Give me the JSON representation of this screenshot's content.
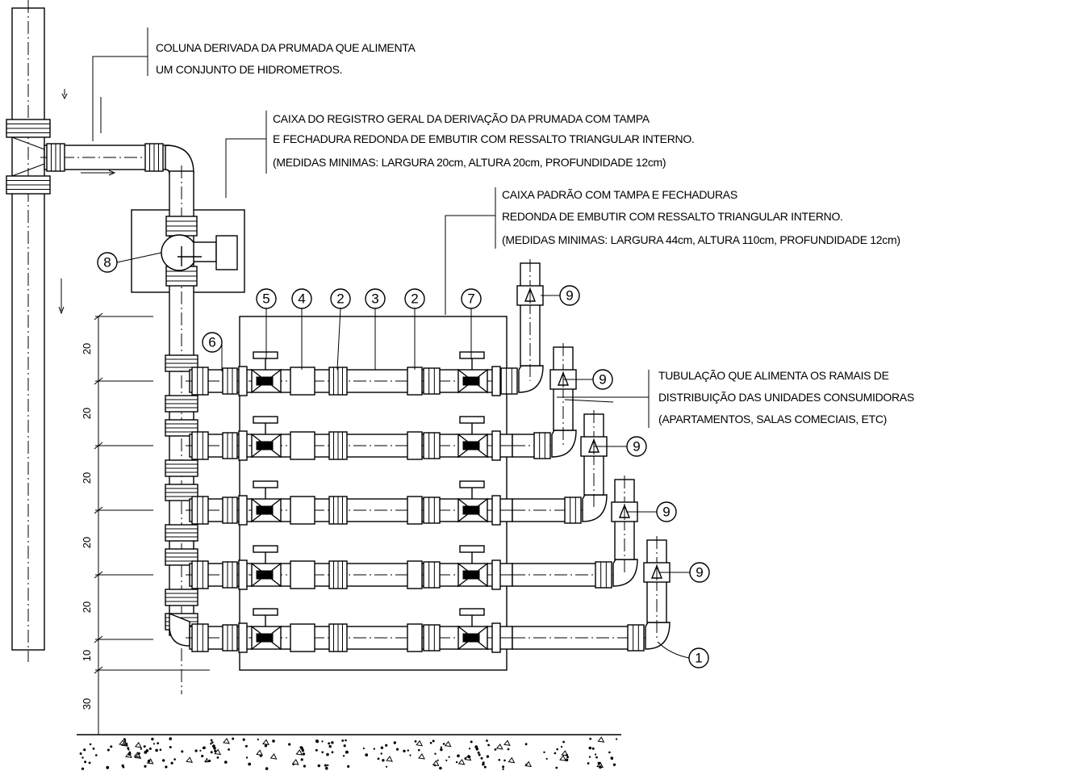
{
  "notes": {
    "coluna": {
      "line1": "COLUNA DERIVADA DA PRUMADA QUE ALIMENTA",
      "line2": "UM CONJUNTO DE HIDROMETROS."
    },
    "registro_geral": {
      "line1": "CAIXA DO REGISTRO GERAL DA DERIVAÇÃO DA PRUMADA COM TAMPA",
      "line2": "E FECHADURA REDONDA DE EMBUTIR COM RESSALTO TRIANGULAR INTERNO.",
      "line3": "(MEDIDAS MINIMAS: LARGURA 20cm, ALTURA 20cm, PROFUNDIDADE 12cm)"
    },
    "caixa_padrao": {
      "line1": "CAIXA PADRÃO COM TAMPA E FECHADURAS",
      "line2": "REDONDA DE EMBUTIR COM RESSALTO TRIANGULAR INTERNO.",
      "line3": "(MEDIDAS MINIMAS: LARGURA 44cm, ALTURA 110cm, PROFUNDIDADE 12cm)"
    },
    "tubulacao": {
      "line1": "TUBULAÇÃO QUE ALIMENTA OS RAMAIS DE",
      "line2": "DISTRIBUIÇÃO DAS UNIDADES CONSUMIDORAS",
      "line3": "(APARTAMENTOS, SALAS COMECIAIS, ETC)"
    }
  },
  "tags": {
    "t1": "1",
    "t2a": "2",
    "t2b": "2",
    "t3": "3",
    "t4": "4",
    "t5": "5",
    "t6": "6",
    "t7": "7",
    "t8": "8",
    "t9": "9"
  },
  "dimensions": {
    "d1": "20",
    "d2": "20",
    "d3": "20",
    "d4": "20",
    "d5": "20",
    "d6": "10",
    "d7": "30"
  }
}
